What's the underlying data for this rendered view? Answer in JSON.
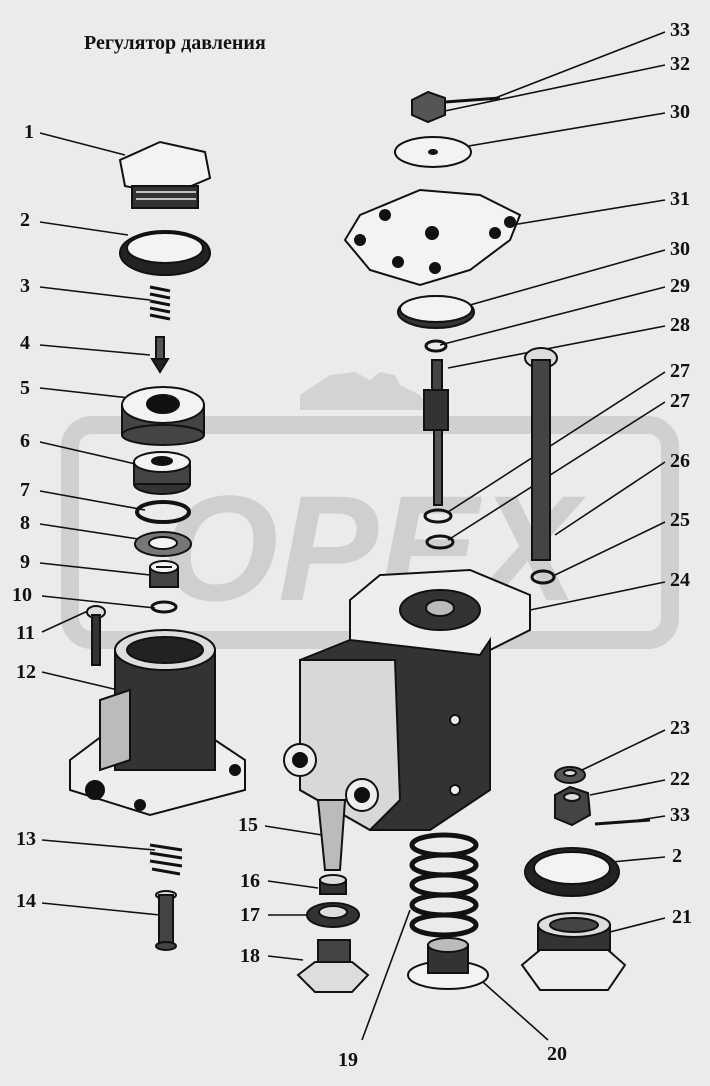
{
  "title": "Регулятор давления",
  "watermark": "OPEX",
  "labels": [
    "1",
    "2",
    "3",
    "4",
    "5",
    "6",
    "7",
    "8",
    "9",
    "10",
    "11",
    "12",
    "13",
    "14",
    "15",
    "16",
    "17",
    "18",
    "19",
    "20",
    "21",
    "2",
    "33",
    "22",
    "23",
    "24",
    "25",
    "26",
    "27",
    "27",
    "28",
    "29",
    "30",
    "31",
    "30",
    "32",
    "33"
  ],
  "colors": {
    "background": "#ebebeb",
    "ink": "#111111",
    "watermark": "#cfcfcf"
  }
}
